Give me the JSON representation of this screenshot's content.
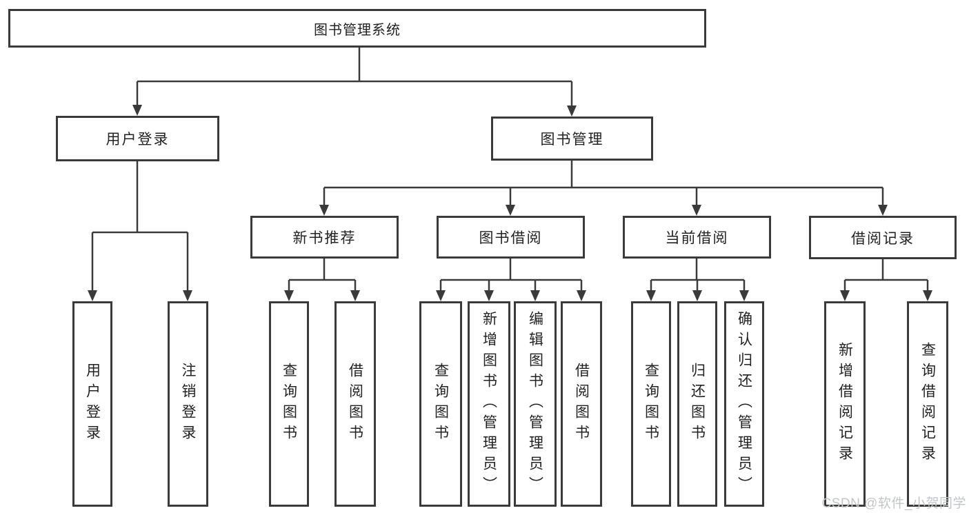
{
  "diagram": {
    "title": "图书管理系统",
    "level2": {
      "user_login": "用户登录",
      "book_management": "图书管理"
    },
    "level3": {
      "new_book_recommendation": "新书推荐",
      "book_borrowing": "图书借阅",
      "current_borrowing": "当前借阅",
      "borrowing_records": "借阅记录"
    },
    "leaves": {
      "user_login": [
        "用户登录",
        "注销登录"
      ],
      "new_book_recommendation": [
        "查询图书",
        "借阅图书"
      ],
      "book_borrowing": [
        "查询图书",
        "新增图书（管理员）",
        "编辑图书（管理员）",
        "借阅图书"
      ],
      "current_borrowing": [
        "查询图书",
        "归还图书",
        "确认归还（管理员）"
      ],
      "borrowing_records": [
        "新增借阅记录",
        "查询借阅记录"
      ]
    },
    "watermark": "CSDN @软件_小贺同学",
    "colors": {
      "line": "#3a3a3a",
      "text": "#222222",
      "watermark": "#c3c5c7",
      "background": "#ffffff"
    }
  }
}
